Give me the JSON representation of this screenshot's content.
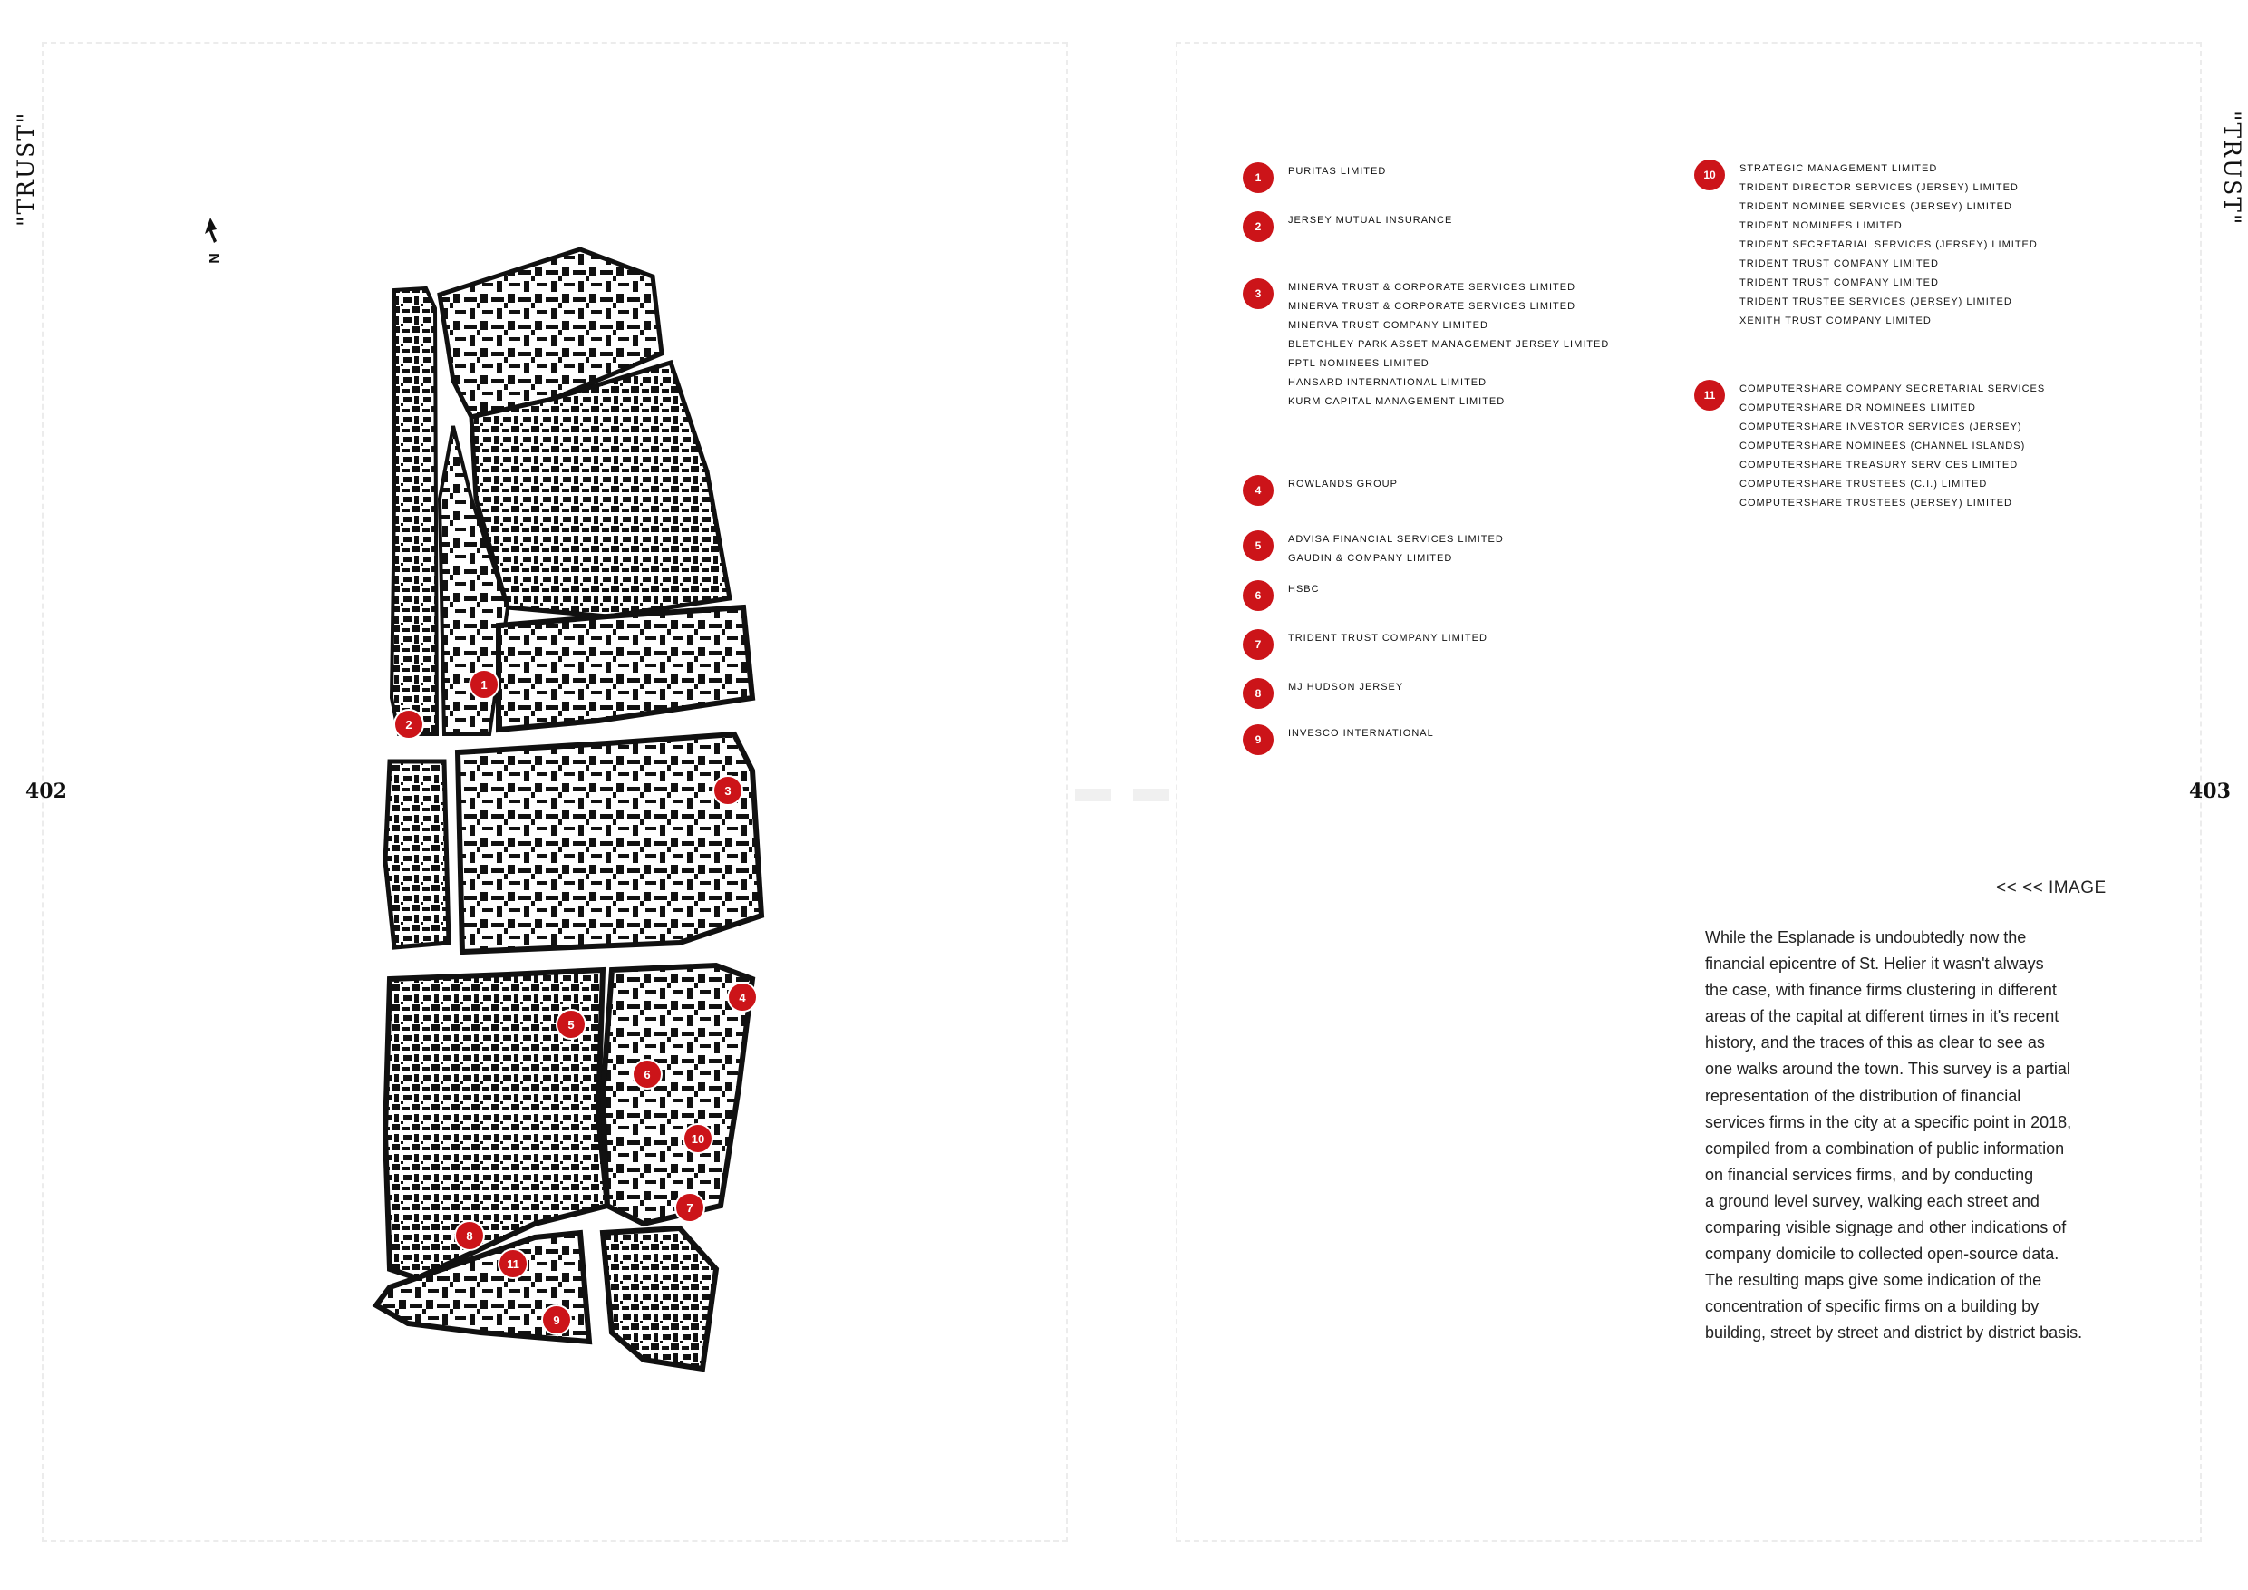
{
  "spread": {
    "left": {
      "running_head": "\"TRUST\"",
      "folio": "402"
    },
    "right": {
      "running_head": "\"TRUST\"",
      "folio": "403"
    }
  },
  "map": {
    "north_label": "N",
    "north_icon": "north-arrow-icon",
    "marker_color": "#cc1419",
    "markers": [
      "1",
      "2",
      "3",
      "4",
      "5",
      "6",
      "7",
      "8",
      "9",
      "10",
      "11"
    ]
  },
  "legend": [
    {
      "number": "1",
      "names": [
        "PURITAS LIMITED"
      ]
    },
    {
      "number": "2",
      "names": [
        "JERSEY MUTUAL INSURANCE"
      ]
    },
    {
      "number": "3",
      "names": [
        "MINERVA TRUST & CORPORATE SERVICES LIMITED",
        "MINERVA TRUST & CORPORATE SERVICES LIMITED",
        "MINERVA TRUST COMPANY LIMITED",
        "BLETCHLEY PARK ASSET MANAGEMENT JERSEY LIMITED",
        "FPTL NOMINEES LIMITED",
        "HANSARD INTERNATIONAL LIMITED",
        "KURM CAPITAL MANAGEMENT LIMITED"
      ]
    },
    {
      "number": "4",
      "names": [
        "ROWLANDS GROUP"
      ]
    },
    {
      "number": "5",
      "names": [
        "ADVISA FINANCIAL SERVICES LIMITED",
        "GAUDIN & COMPANY LIMITED"
      ]
    },
    {
      "number": "6",
      "names": [
        "HSBC"
      ]
    },
    {
      "number": "7",
      "names": [
        "TRIDENT TRUST COMPANY LIMITED"
      ]
    },
    {
      "number": "8",
      "names": [
        "MJ HUDSON JERSEY"
      ]
    },
    {
      "number": "9",
      "names": [
        "INVESCO INTERNATIONAL"
      ]
    },
    {
      "number": "10",
      "names": [
        "STRATEGIC MANAGEMENT LIMITED",
        "TRIDENT DIRECTOR SERVICES (JERSEY) LIMITED",
        "TRIDENT NOMINEE SERVICES (JERSEY) LIMITED",
        "TRIDENT NOMINEES LIMITED",
        "TRIDENT SECRETARIAL SERVICES (JERSEY) LIMITED",
        "TRIDENT TRUST COMPANY LIMITED",
        "TRIDENT TRUST COMPANY LIMITED",
        "TRIDENT TRUSTEE SERVICES (JERSEY) LIMITED",
        "XENITH TRUST COMPANY LIMITED"
      ]
    },
    {
      "number": "11",
      "names": [
        "COMPUTERSHARE COMPANY SECRETARIAL SERVICES",
        "COMPUTERSHARE DR NOMINEES LIMITED",
        "COMPUTERSHARE INVESTOR SERVICES (JERSEY)",
        "COMPUTERSHARE NOMINEES (CHANNEL ISLANDS)",
        "COMPUTERSHARE TREASURY SERVICES LIMITED",
        "COMPUTERSHARE TRUSTEES (C.I.) LIMITED",
        "COMPUTERSHARE TRUSTEES (JERSEY) LIMITED"
      ]
    }
  ],
  "image_link": "<< << IMAGE",
  "body_lines": [
    "While the Esplanade is undoubtedly now the",
    "financial epicentre of St. Helier it wasn't always",
    "the case, with finance firms clustering in different",
    "areas of the capital at different times in it's recent",
    "history, and the traces of this as clear to see as",
    "one walks around the town. This survey is a partial",
    "representation of the distribution of financial",
    "services firms in the city at a specific point in 2018,",
    "compiled from a combination of public information",
    "on financial services firms, and by conducting",
    "a ground level survey, walking each street and",
    "comparing visible signage and other indications of",
    "company domicile to collected open-source data.",
    "The resulting maps give some indication of the",
    "concentration of specific firms on a building by",
    "building, street by street and district by district basis."
  ]
}
